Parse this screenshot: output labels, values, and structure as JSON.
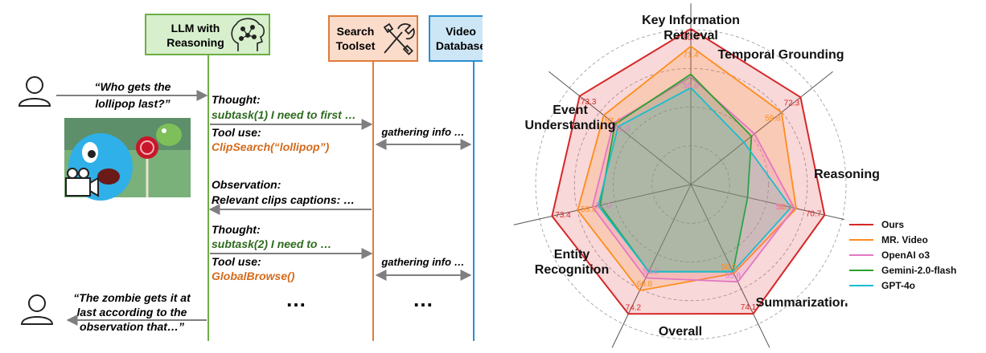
{
  "diagram": {
    "lanes": {
      "llm": {
        "line1": "LLM with",
        "line2": "Reasoning",
        "color": "#6cae45",
        "fill": "#d7efcc"
      },
      "search": {
        "line1": "Search",
        "line2": "Toolset",
        "color": "#e07b39",
        "fill": "#fbdccb"
      },
      "video": {
        "line1": "Video",
        "line2": "Database",
        "color": "#2a8fcf",
        "fill": "#cde6f6"
      }
    },
    "question": {
      "line1": "“Who gets the",
      "line2": "lollipop last?”"
    },
    "steps": {
      "thought1_label": "Thought:",
      "thought1_text": "subtask(1) I need to first …",
      "tool1_label": "Tool use:",
      "tool1_text": "ClipSearch(“lollipop”)",
      "gather1": "gathering info …",
      "obs_label": "Observation:",
      "obs_text": "Relevant clips captions: …",
      "thought2_label": "Thought:",
      "thought2_text": "subtask(2) I need to …",
      "tool2_label": "Tool use:",
      "tool2_text": "GlobalBrowse()",
      "gather2": "gathering info …",
      "ellipsis": "…"
    },
    "answer": {
      "line1": "“The zombie gets it at",
      "line2": "last according to the",
      "line3": "observation that…”"
    },
    "colors": {
      "thought": "#2e6b1e",
      "tool": "#d46a1c",
      "arrow": "#7f7f7f"
    }
  },
  "chart_data": {
    "type": "radar",
    "axes": [
      "Key Information Retrieval",
      "Temporal Grounding",
      "Reasoning",
      "Summarization",
      "Overall",
      "Entity Recognition",
      "Event Understanding"
    ],
    "axis_label_lines": [
      [
        "Key Information",
        "Retrieval"
      ],
      [
        "Temporal Grounding"
      ],
      [
        "Reasoning"
      ],
      [
        "Summarization"
      ],
      [
        "Overall"
      ],
      [
        "Entity",
        "Recognition"
      ],
      [
        "Event",
        "Understanding"
      ]
    ],
    "series": [
      {
        "name": "Ours",
        "color": "#d62728",
        "values": [
          80.4,
          72.3,
          70.7,
          74.1,
          74.2,
          73.4,
          73.3
        ]
      },
      {
        "name": "MR. Video",
        "color": "#ff8c1a",
        "values": [
          71.4,
          59.8,
          55.7,
          51.0,
          60.8,
          59.8,
          57.4
        ]
      },
      {
        "name": "OpenAI o3",
        "color": "#e377c2",
        "values": [
          55.6,
          42.0,
          54.7,
          55.8,
          53.6,
          52.0,
          51.0
        ]
      },
      {
        "name": "Gemini-2.0-flash",
        "color": "#2ca02c",
        "values": [
          57.0,
          40.0,
          30.0,
          50.0,
          50.0,
          48.0,
          50.0
        ]
      },
      {
        "name": "GPT-4o",
        "color": "#17becf",
        "values": [
          50.0,
          35.0,
          53.0,
          50.0,
          50.0,
          49.0,
          48.0
        ]
      }
    ],
    "data_labels": [
      {
        "series": 0,
        "axis": 0,
        "text": "80.4"
      },
      {
        "series": 0,
        "axis": 1,
        "text": "72.3"
      },
      {
        "series": 0,
        "axis": 2,
        "text": "70.7"
      },
      {
        "series": 0,
        "axis": 3,
        "text": "74.1"
      },
      {
        "series": 0,
        "axis": 4,
        "text": "74.2"
      },
      {
        "series": 0,
        "axis": 5,
        "text": "73.4"
      },
      {
        "series": 0,
        "axis": 6,
        "text": "73.3"
      },
      {
        "series": 1,
        "axis": 0,
        "text": "71.4"
      },
      {
        "series": 1,
        "axis": 1,
        "text": "59.8"
      },
      {
        "series": 1,
        "axis": 2,
        "text": "55.7"
      },
      {
        "series": 1,
        "axis": 4,
        "text": "60.8"
      },
      {
        "series": 1,
        "axis": 5,
        "text": "59.8"
      },
      {
        "series": 1,
        "axis": 6,
        "text": "57.4"
      },
      {
        "series": 2,
        "axis": 0,
        "text": "55.6"
      },
      {
        "series": 2,
        "axis": 2,
        "text": "54.7"
      },
      {
        "series": 2,
        "axis": 3,
        "text": "55.8"
      },
      {
        "series": 2,
        "axis": 4,
        "text": "53.6"
      },
      {
        "series": 2,
        "axis": 5,
        "text": "52.0"
      },
      {
        "series": 2,
        "axis": 6,
        "text": "51.0"
      },
      {
        "series": 1,
        "axis": 3,
        "text": "50.0"
      }
    ],
    "rmax": 80,
    "grid": "dashed circles"
  }
}
